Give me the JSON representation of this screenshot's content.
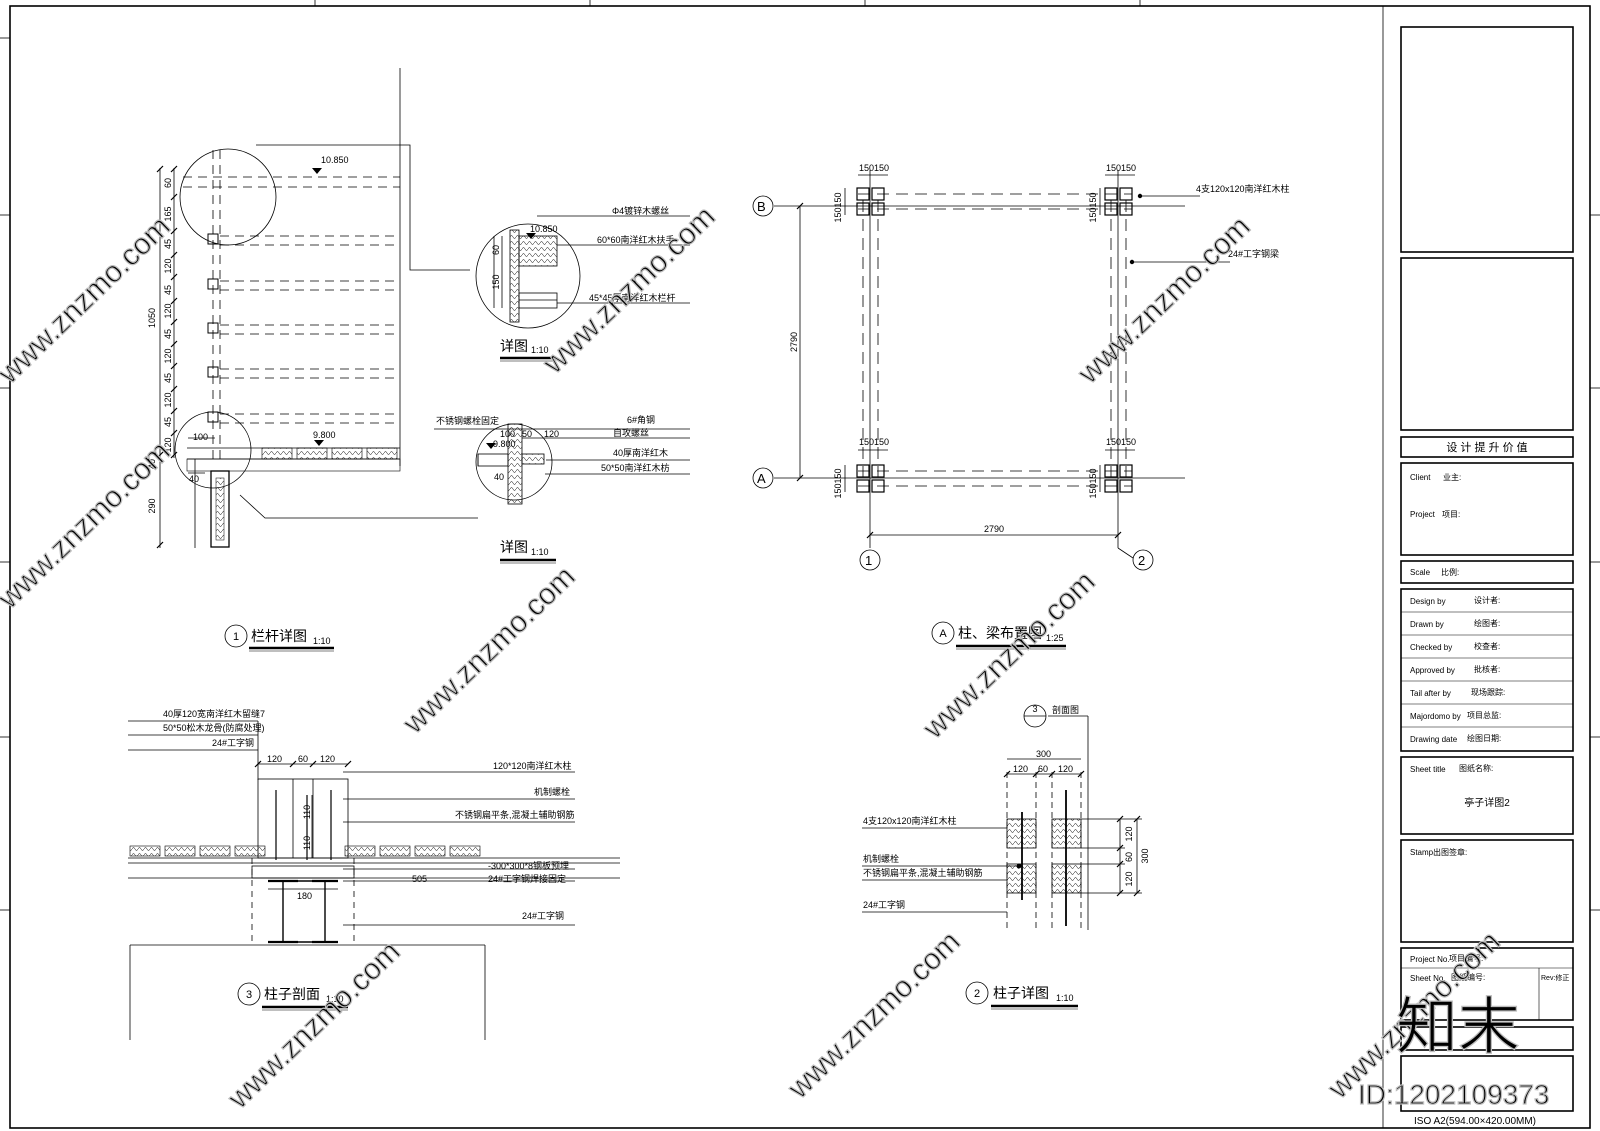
{
  "drawings": {
    "railing": {
      "num": "1",
      "title": "栏杆详图",
      "scale": "1:10",
      "elev_top": "10.850",
      "elev_deck": "9.800",
      "dim_total": "1050",
      "dims_v": [
        "60",
        "165",
        "45",
        "120",
        "45",
        "120",
        "45",
        "120",
        "45",
        "120",
        "45",
        "120"
      ],
      "dim_base": "40",
      "dim_under": "290",
      "dim_h1": "100",
      "dim_h2": "40"
    },
    "detail_top": {
      "title": "详图",
      "scale": "1:10",
      "elev": "10.850",
      "dims": [
        "60",
        "150"
      ],
      "notes": [
        "Φ4镀锌木螺丝",
        "60*60南洋红木扶手",
        "45*45厚南洋红木栏杆"
      ]
    },
    "detail_bottom": {
      "title": "详图",
      "scale": "1:10",
      "elev": "9.800",
      "dims": [
        "100",
        "50",
        "120",
        "40"
      ],
      "notes": [
        "不锈钢螺栓固定",
        "6#角钢",
        "自攻螺丝",
        "40厚南洋红木",
        "50*50南洋红木枋"
      ]
    },
    "plan": {
      "num": "A",
      "title": "柱、梁布置图",
      "scale": "1:25",
      "axis_b": "B",
      "axis_a": "A",
      "axis_1": "1",
      "axis_2": "2",
      "dim_span": "2790",
      "dim_off": "150",
      "notes": [
        "4支120x120南洋红木柱",
        "24#工字钢梁"
      ]
    },
    "section": {
      "num": "3",
      "title": "柱子剖面",
      "scale": "1:10",
      "notes_left": [
        "40厚120宽南洋红木留缝7",
        "50*50松木龙骨(防腐处理)",
        "24#工字钢"
      ],
      "notes_right": [
        "120*120南洋红木柱",
        "机制螺栓",
        "不锈钢扁平条,混凝土辅助钢筋",
        "-300*300*8钢板预埋",
        "24#工字钢焊接固定",
        "24#工字钢"
      ],
      "dims_top": [
        "120",
        "60",
        "120"
      ],
      "dims_v": [
        "110",
        "110"
      ],
      "dim_505": "505",
      "dim_180": "180"
    },
    "column": {
      "num": "2",
      "title": "柱子详图",
      "scale": "1:10",
      "ref_num": "3",
      "ref_label": "剖面图",
      "dim_total": "300",
      "dims_top": [
        "120",
        "60",
        "120"
      ],
      "dims_v": [
        "120",
        "60",
        "120"
      ],
      "dim_v_total": "300",
      "notes": [
        "4支120x120南洋红木柱",
        "机制螺栓",
        "不锈钢扁平条,混凝土辅助钢筋",
        "24#工字钢"
      ]
    }
  },
  "title_block": {
    "banner": "设 计 提 升 价 值",
    "client_en": "Client",
    "client_cn": "业主:",
    "project_en": "Project",
    "project_cn": "项目:",
    "scale_en": "Scale",
    "scale_cn": "比例:",
    "rows": [
      {
        "en": "Design by",
        "cn": "设计者:"
      },
      {
        "en": "Drawn by",
        "cn": "绘图者:"
      },
      {
        "en": "Checked by",
        "cn": "校查者:"
      },
      {
        "en": "Approved by",
        "cn": "批核者:"
      },
      {
        "en": "Tail after by",
        "cn": "现场跟踪:"
      },
      {
        "en": "Majordomo by",
        "cn": "项目总监:"
      },
      {
        "en": "Drawing date",
        "cn": "绘图日期:"
      }
    ],
    "sheet_title_en": "Sheet title",
    "sheet_title_cn": "图纸名称:",
    "sheet_name": "亭子详图2",
    "stamp_en": "Stamp",
    "stamp_cn": "出图签章:",
    "project_no_en": "Project No.",
    "project_no_cn": "项目编号:",
    "sheet_no_en": "Sheet No.",
    "sheet_no_cn": "图纸编号:",
    "rev": "Rev:修正",
    "paper": "ISO A2(594.00×420.00MM)"
  },
  "watermark": {
    "site": "www.znzmo.com",
    "brand": "知末",
    "id": "ID:1202109373"
  }
}
